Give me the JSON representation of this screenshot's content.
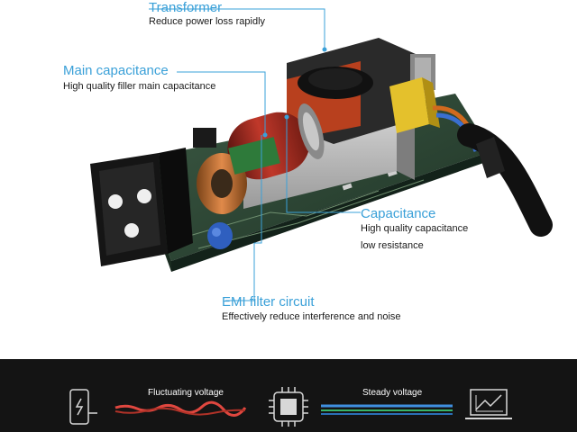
{
  "callouts": {
    "transformer": {
      "title": "Transformer",
      "desc": "Reduce power loss rapidly"
    },
    "main_capacitance": {
      "title": "Main capacitance",
      "desc": "High quality filler main capacitance"
    },
    "capacitance": {
      "title": "Capacitance",
      "desc_line1": "High quality capacitance",
      "desc_line2": "low resistance"
    },
    "emi_filter": {
      "title": "EMI filter circuit",
      "desc": "Effectively reduce interference and noise"
    }
  },
  "band": {
    "fluctuating_label": "Fluctuating voltage",
    "steady_label": "Steady voltage"
  },
  "colors": {
    "accent": "#3aa0d8",
    "fluctuating_line": "#e0473f",
    "steady_line": "#3f8fe0",
    "steady_line_2": "#37b46a",
    "band_bg": "#141414"
  },
  "icons": [
    "charging-phone-icon",
    "chip-icon",
    "laptop-chart-icon"
  ]
}
